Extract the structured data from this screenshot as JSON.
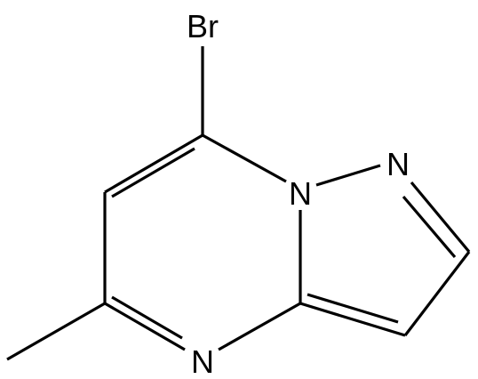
{
  "structure": {
    "atoms": {
      "bromine": "Br",
      "n_bridge": "N",
      "n_pyrazole": "N",
      "n_pyrimidine": "N"
    },
    "colors": {
      "bond": "#000000",
      "label": "#000000",
      "background": "#ffffff"
    }
  }
}
